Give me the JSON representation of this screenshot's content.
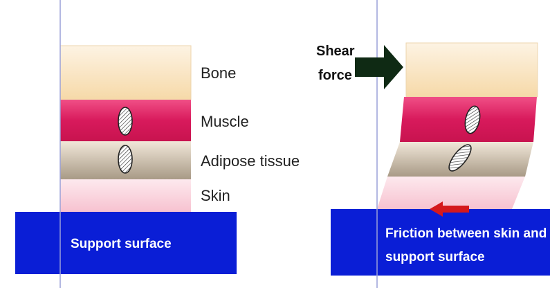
{
  "layers": {
    "bone": "Bone",
    "muscle": "Muscle",
    "adipose": "Adipose tissue",
    "skin": "Skin"
  },
  "left_panel": {
    "surface_label": "Support surface"
  },
  "right_panel": {
    "shear_label_line1": "Shear",
    "shear_label_line2": "force",
    "friction_label_line1": "Friction between skin and",
    "friction_label_line2": "support surface"
  },
  "colors": {
    "bone_top": "#fdf3e3",
    "bone_bottom": "#f6d9a8",
    "muscle_top": "#f04f86",
    "muscle_bottom": "#c8134f",
    "adipose_top": "#f1e7d9",
    "adipose_bottom": "#a89a86",
    "skin_top": "#fde9ee",
    "skin_bottom": "#f7c2d0",
    "support_surface": "#0a1ed6",
    "shear_arrow": "#0f2a14",
    "friction_arrow": "#d4191d",
    "reference_line": "#9aa0d8"
  }
}
